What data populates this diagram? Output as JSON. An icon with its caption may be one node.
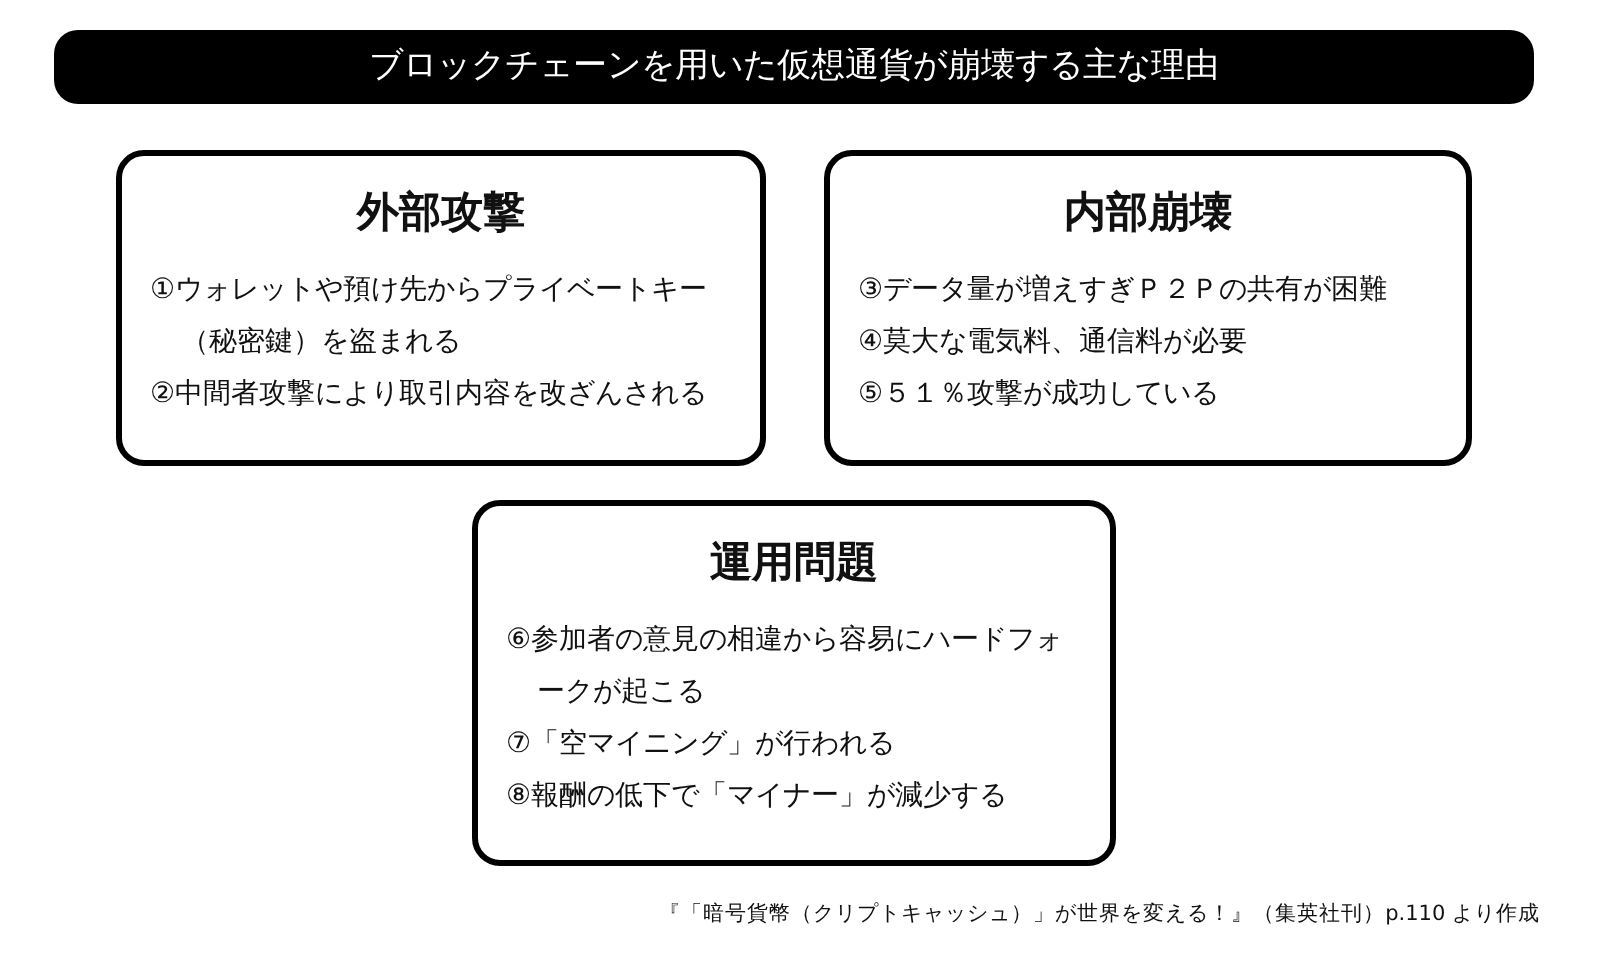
{
  "diagram": {
    "title": "ブロックチェーンを用いた仮想通貨が崩壊する主な理由",
    "nodes": [
      {
        "text": [
          "外部攻撃",
          "①ウォレットや預け先からプライベートキー（秘密鍵）を盗まれる",
          "②中間者攻撃により取引内容を改ざんされる"
        ]
      },
      {
        "text": [
          "内部崩壊",
          "③データ量が増えすぎＰ２Ｐの共有が困難",
          "④莫大な電気料、通信料が必要",
          "⑤５１％攻撃が成功している"
        ]
      },
      {
        "text": [
          "運用問題",
          "⑥参加者の意見の相違から容易にハードフォークが起こる",
          "⑦「空マイニング」が行われる",
          "⑧報酬の低下で「マイナー」が減少する"
        ]
      }
    ],
    "caption": "『「暗号貨幣（クリプトキャッシュ）」が世界を変える！』（集英社刊）p.110 より作成"
  }
}
